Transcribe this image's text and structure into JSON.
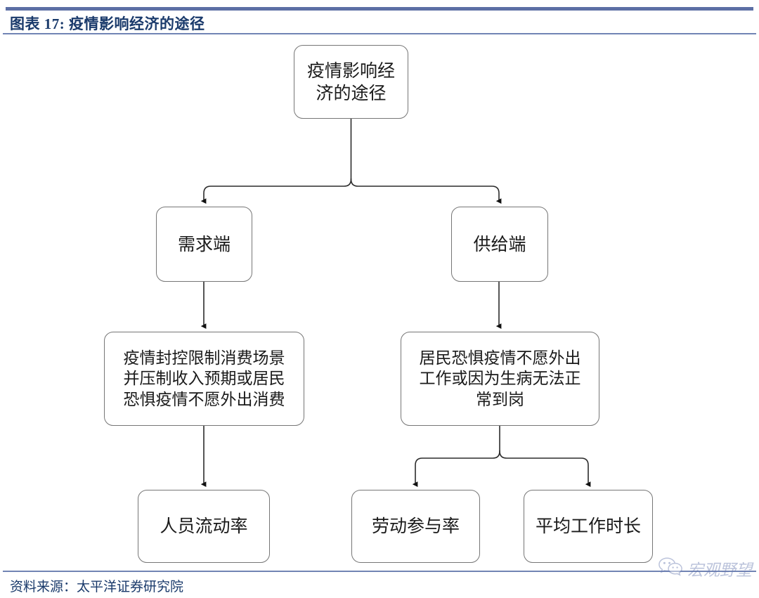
{
  "header": {
    "title": "图表 17: 疫情影响经济的途径",
    "rule_color": "#5c6fa5"
  },
  "diagram": {
    "type": "flowchart",
    "nodes": {
      "root": {
        "label": "疫情影响经\n济的途径"
      },
      "demand": {
        "label": "需求端"
      },
      "supply": {
        "label": "供给端"
      },
      "demand_detail": {
        "label": "疫情封控限制消费场景\n并压制收入预期或居民\n恐惧疫情不愿外出消费"
      },
      "supply_detail": {
        "label": "居民恐惧疫情不愿外出\n工作或因为生病无法正\n常到岗"
      },
      "mobility": {
        "label": "人员流动率"
      },
      "lfpr": {
        "label": "劳动参与率"
      },
      "hours": {
        "label": "平均工作时长"
      }
    },
    "edges": [
      {
        "from": "root",
        "to": "demand"
      },
      {
        "from": "root",
        "to": "supply"
      },
      {
        "from": "demand",
        "to": "demand_detail"
      },
      {
        "from": "supply",
        "to": "supply_detail"
      },
      {
        "from": "demand_detail",
        "to": "mobility"
      },
      {
        "from": "supply_detail",
        "to": "lfpr"
      },
      {
        "from": "supply_detail",
        "to": "hours"
      }
    ],
    "node_border_color": "#767676",
    "connector_color": "#2b2b2b"
  },
  "footer": {
    "source": "资料来源：太平洋证券研究院"
  },
  "watermark": {
    "label": "宏观野望",
    "icon": "wechat-icon"
  }
}
